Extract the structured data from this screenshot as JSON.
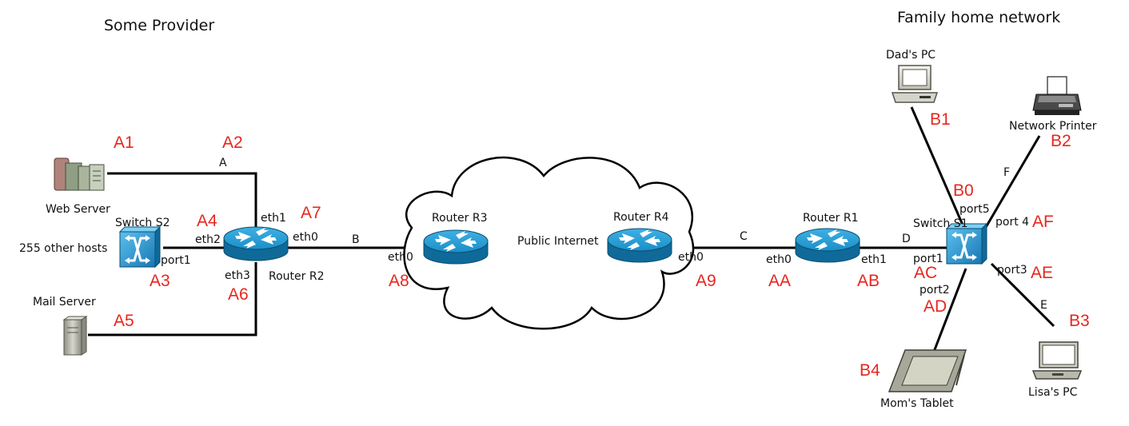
{
  "titles": {
    "provider": "Some Provider",
    "home": "Family home network"
  },
  "devices": {
    "web_server": "Web Server",
    "switch_s2": "Switch S2",
    "other_hosts": "255 other hosts",
    "mail_server": "Mail Server",
    "router_r2": "Router R2",
    "router_r3": "Router R3",
    "router_r4": "Router R4",
    "public_internet": "Public Internet",
    "router_r1": "Router R1",
    "switch_s1": "Switch S1",
    "dads_pc": "Dad's PC",
    "network_printer": "Network Printer",
    "moms_tablet": "Mom's Tablet",
    "lisas_pc": "Lisa's PC"
  },
  "ports": {
    "s2_port1": "port1",
    "r2_eth1": "eth1",
    "r2_eth2": "eth2",
    "r2_eth3": "eth3",
    "r2_eth0": "eth0",
    "r3_eth0": "eth0",
    "r4_eth0": "eth0",
    "r1_eth0": "eth0",
    "r1_eth1": "eth1",
    "s1_port1": "port1",
    "s1_port2": "port2",
    "s1_port3": "port3",
    "s1_port4": "port 4",
    "s1_port5": "port5"
  },
  "links": {
    "A": "A",
    "B": "B",
    "C": "C",
    "D": "D",
    "E": "E",
    "F": "F"
  },
  "addresses": {
    "A1": "A1",
    "A2": "A2",
    "A3": "A3",
    "A4": "A4",
    "A5": "A5",
    "A6": "A6",
    "A7": "A7",
    "A8": "A8",
    "A9": "A9",
    "AA": "AA",
    "AB": "AB",
    "AC": "AC",
    "AD": "AD",
    "AE": "AE",
    "AF": "AF",
    "B0": "B0",
    "B1": "B1",
    "B2": "B2",
    "B3": "B3",
    "B4": "B4"
  },
  "colors": {
    "address_red": "#e8261e",
    "router_blue": "#1a8fc8",
    "router_dark": "#0e5f8a",
    "switch_blue": "#2b9ad6"
  }
}
